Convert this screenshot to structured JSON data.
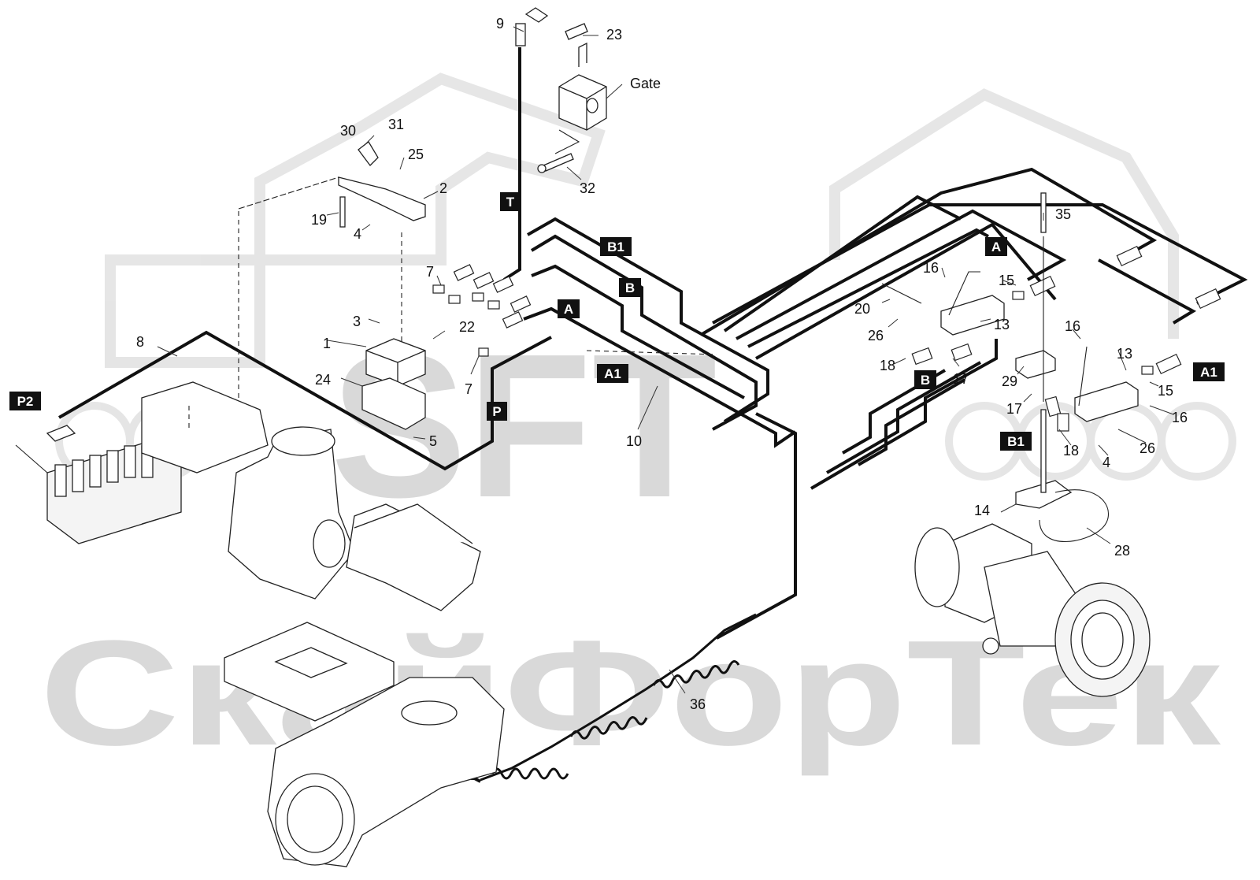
{
  "watermark": {
    "top": "SFT",
    "bottom": "СкайФорТек"
  },
  "callouts": [
    {
      "id": "c9",
      "text": "9"
    },
    {
      "id": "c23",
      "text": "23"
    },
    {
      "id": "cgate",
      "text": "Gate"
    },
    {
      "id": "c30",
      "text": "30"
    },
    {
      "id": "c31",
      "text": "31"
    },
    {
      "id": "c25",
      "text": "25"
    },
    {
      "id": "c2",
      "text": "2"
    },
    {
      "id": "c19",
      "text": "19"
    },
    {
      "id": "c4a",
      "text": "4"
    },
    {
      "id": "c32",
      "text": "32"
    },
    {
      "id": "c7a",
      "text": "7"
    },
    {
      "id": "c3",
      "text": "3"
    },
    {
      "id": "c22",
      "text": "22"
    },
    {
      "id": "c1",
      "text": "1"
    },
    {
      "id": "c7b",
      "text": "7"
    },
    {
      "id": "c24",
      "text": "24"
    },
    {
      "id": "c5",
      "text": "5"
    },
    {
      "id": "c8",
      "text": "8"
    },
    {
      "id": "c10",
      "text": "10"
    },
    {
      "id": "c36",
      "text": "36"
    },
    {
      "id": "c35",
      "text": "35"
    },
    {
      "id": "c16a",
      "text": "16"
    },
    {
      "id": "c15a",
      "text": "15"
    },
    {
      "id": "c20",
      "text": "20"
    },
    {
      "id": "c26a",
      "text": "26"
    },
    {
      "id": "c13a",
      "text": "13"
    },
    {
      "id": "c18a",
      "text": "18"
    },
    {
      "id": "c17a",
      "text": "17"
    },
    {
      "id": "c29",
      "text": "29"
    },
    {
      "id": "c16b",
      "text": "16"
    },
    {
      "id": "c13b",
      "text": "13"
    },
    {
      "id": "c15b",
      "text": "15"
    },
    {
      "id": "c17b",
      "text": "17"
    },
    {
      "id": "c16c",
      "text": "16"
    },
    {
      "id": "c18b",
      "text": "18"
    },
    {
      "id": "c4b",
      "text": "4"
    },
    {
      "id": "c26b",
      "text": "26"
    },
    {
      "id": "c14",
      "text": "14"
    },
    {
      "id": "c28",
      "text": "28"
    }
  ],
  "port_tags": [
    {
      "id": "t",
      "text": "T"
    },
    {
      "id": "b1a",
      "text": "B1"
    },
    {
      "id": "ba",
      "text": "B"
    },
    {
      "id": "aa",
      "text": "A"
    },
    {
      "id": "a1a",
      "text": "A1"
    },
    {
      "id": "p",
      "text": "P"
    },
    {
      "id": "p2",
      "text": "P2"
    },
    {
      "id": "ab",
      "text": "A"
    },
    {
      "id": "bb",
      "text": "B"
    },
    {
      "id": "a1b",
      "text": "A1"
    },
    {
      "id": "b1b",
      "text": "B1"
    }
  ],
  "colors": {
    "pipe": "#111111",
    "tag_bg": "#111111",
    "tag_text": "#ffffff",
    "watermark": "#d9d9d9"
  }
}
